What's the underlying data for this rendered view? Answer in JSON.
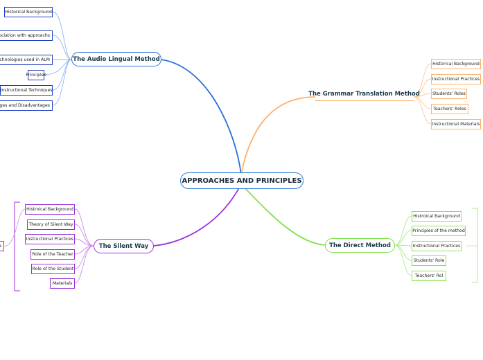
{
  "central": "APPROACHES AND PRINCIPLES",
  "colors": {
    "blue": "#2a6fdb",
    "orange": "#ffb066",
    "purple": "#9b30d9",
    "green": "#7ee04a"
  },
  "branches": {
    "audio_lingual": {
      "title": "The Audio Lingual Method",
      "children": [
        "Historical Background",
        "association with approachs",
        "Technologies used in ALM",
        "Principles",
        "Instructional Techniques",
        "ntages and Disadvantages"
      ]
    },
    "grammar_translation": {
      "title": "The Grammar Translation Method",
      "children": [
        "Historical Background",
        "Instructional Practices",
        "Students' Roles",
        "Teachers' Roles",
        "Instructional Materials"
      ]
    },
    "silent_way": {
      "title": "The Silent Way",
      "left_label": "a",
      "children": [
        "Histroical Background",
        "Theory of  Silent Way",
        "Instructional Practices",
        "Role of the Teacher",
        "Role of the Student",
        "Materials"
      ]
    },
    "direct_method": {
      "title": "The Direct Method",
      "children": [
        "Histroical Background",
        "Principles of the method",
        "Instructional Practices",
        "Students' Role",
        "Teachers' Rol"
      ]
    }
  }
}
